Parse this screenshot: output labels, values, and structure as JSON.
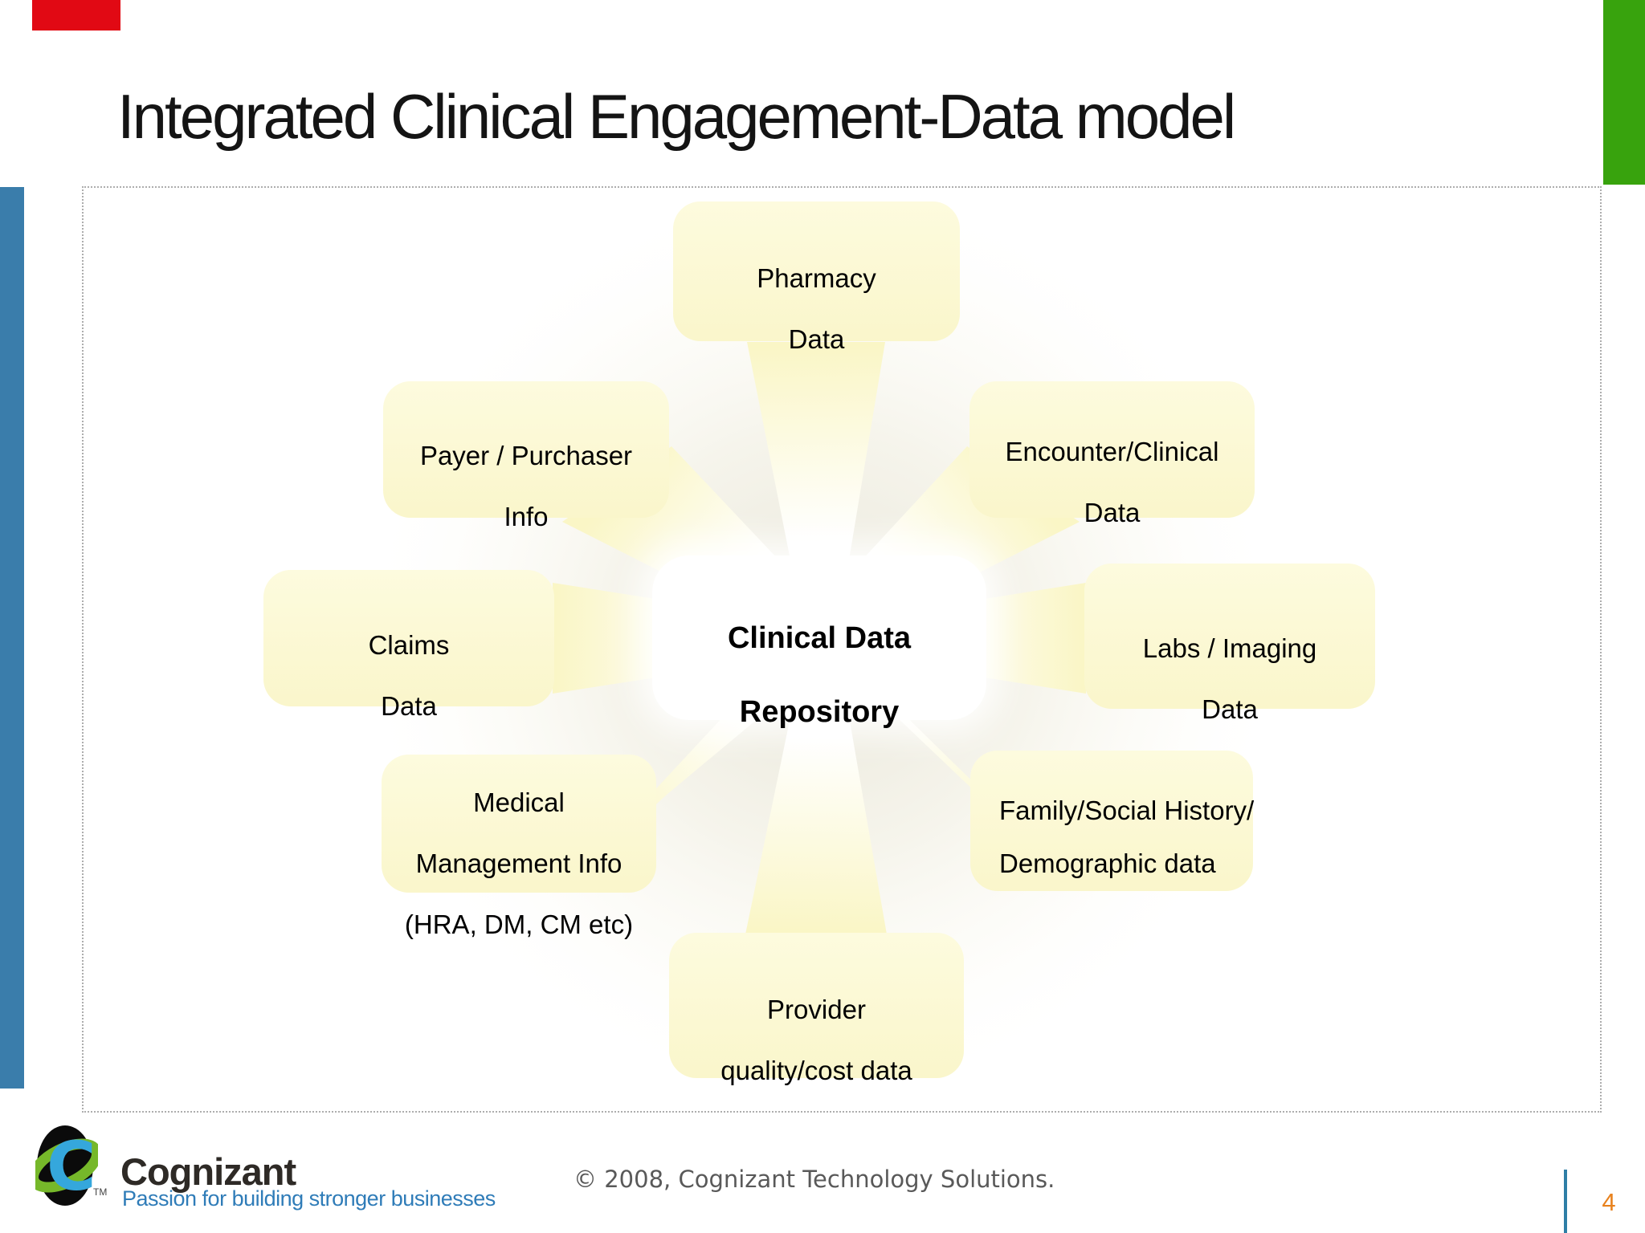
{
  "slide": {
    "title": "Integrated Clinical Engagement-Data model",
    "page_number": "4",
    "footer_copyright": "© 2008, Cognizant Technology Solutions.",
    "logo": {
      "name": "Cognizant",
      "tagline": "Passion for building stronger businesses",
      "tm": "TM"
    },
    "colors": {
      "accent_red": "#E10914",
      "accent_green": "#38A30D",
      "accent_blue_bar": "#3A7DAB",
      "node_yellow": "#FBF8D2",
      "tagline_blue": "#2F7CB8",
      "page_number_orange": "#E8821E",
      "footer_divider_blue": "#2E7EA6",
      "copyright_gray": "#595959"
    }
  },
  "diagram": {
    "center": {
      "lines": [
        "Clinical Data",
        "Repository"
      ]
    },
    "nodes": [
      {
        "id": "pharmacy",
        "lines": [
          "Pharmacy",
          "Data"
        ]
      },
      {
        "id": "payer",
        "lines": [
          "Payer / Purchaser",
          "Info"
        ]
      },
      {
        "id": "encounter",
        "lines": [
          "Encounter/Clinical",
          "Data"
        ]
      },
      {
        "id": "claims",
        "lines": [
          "Claims",
          "Data"
        ]
      },
      {
        "id": "labs",
        "lines": [
          "Labs / Imaging",
          "Data"
        ]
      },
      {
        "id": "medical",
        "lines": [
          "Medical",
          "Management Info",
          "(HRA, DM, CM etc)"
        ]
      },
      {
        "id": "family",
        "lines": [
          "Family/Social History/",
          "Demographic data"
        ]
      },
      {
        "id": "provider",
        "lines": [
          "Provider",
          "quality/cost data"
        ]
      }
    ]
  }
}
